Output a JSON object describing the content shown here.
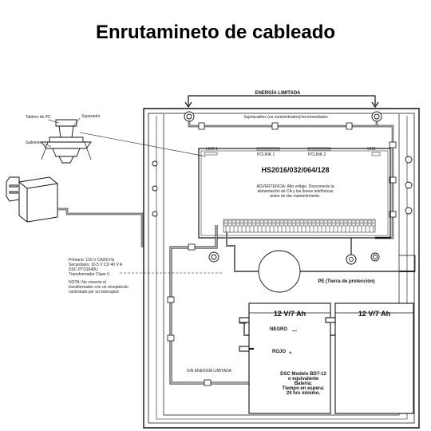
{
  "title": "Enrutamineto de cableado",
  "labels": {
    "limited_energy": "ENERGÍA LIMITADA",
    "cable_clamps": "Sujetacables (no suministrados)/recomendados",
    "pc_board": "Tablero de PC",
    "separator": "Separador",
    "cabinet": "Gabinete",
    "lmc1": "LMC-1",
    "pclink1": "PCLINK 1",
    "pclink2": "PCLINK 2",
    "snc": "SNC",
    "model": "HS2016/032/064/128",
    "warning_1": "ADVERTENCIA: Alto voltaje. Desconecte la",
    "warning_2": "alimentación de CA y las líneas telefónicas",
    "warning_3": "antes de dar mantenimiento.",
    "transformer_1": "Primario: 120 V CA/60 Hz",
    "transformer_2": "Secundario: 16.5 V CD 40 V A",
    "transformer_3": "DSC PTD1640U",
    "transformer_4": "Transformador Clase II",
    "note_1": "NOTA: No conecte el",
    "note_2": "transformador con un receptáculo",
    "note_3": "controlado por un interruptor",
    "ground": "PE (Tierra de protección)",
    "battery_left": "12 V/7 Ah",
    "battery_right": "12 V/7 Ah",
    "black": "NEGRO",
    "red": "ROJO",
    "battery_info_1": "DSC Modelo BD7-12",
    "battery_info_2": "o equivalente",
    "battery_info_3": "Batería:",
    "battery_info_4": "Tiempo en espera:",
    "battery_info_5": "24 hrs mínimo.",
    "no_limited_energy": "SIN ENERGÍA LIMITADA"
  },
  "symbols": {
    "minus": "—",
    "plus": "+"
  }
}
